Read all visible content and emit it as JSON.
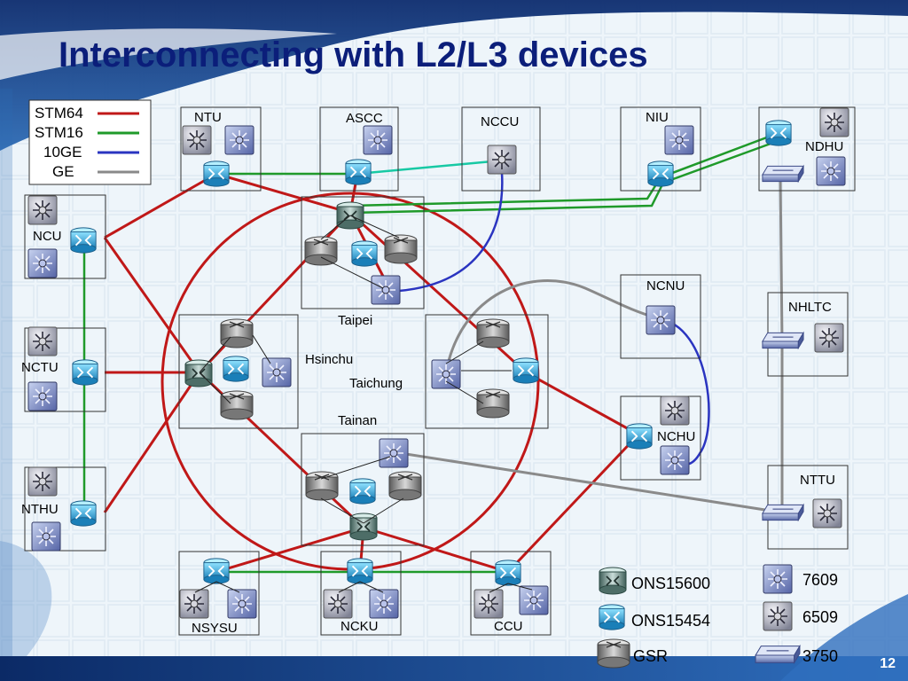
{
  "slide": {
    "title": "Interconnecting with L2/L3 devices",
    "page_number": "12",
    "colors": {
      "stm64": "#c01818",
      "stm16": "#1f9a2a",
      "tengige": "#2a34c0",
      "ge": "#8a8a8a",
      "title": "#0b1e7a",
      "aux_link": "#17c9a4"
    }
  },
  "legend": {
    "links": [
      {
        "label": "STM64",
        "color_key": "stm64"
      },
      {
        "label": "STM16",
        "color_key": "stm16"
      },
      {
        "label": "10GE",
        "color_key": "tengige"
      },
      {
        "label": "GE",
        "color_key": "ge"
      }
    ],
    "devices": [
      {
        "label": "ONS15600",
        "icon": "ons15600-icon"
      },
      {
        "label": "ONS15454",
        "icon": "ons15454-icon"
      },
      {
        "label": "GSR",
        "icon": "gsr-router-icon"
      },
      {
        "label": "7609",
        "icon": "router-7609-icon"
      },
      {
        "label": "6509",
        "icon": "switch-6509-icon"
      },
      {
        "label": "3750",
        "icon": "switch-3750-icon"
      }
    ]
  },
  "sites": {
    "ntu": "NTU",
    "ascc": "ASCC",
    "nccu": "NCCU",
    "niu": "NIU",
    "ndhu": "NDHU",
    "ncu": "NCU",
    "nctu": "NCTU",
    "nthu": "NTHU",
    "ncnu": "NCNU",
    "nhltc": "NHLTC",
    "nchu": "NCHU",
    "nttu": "NTTU",
    "nsysu": "NSYSU",
    "ncku": "NCKU",
    "ccu": "CCU",
    "taipei": "Taipei",
    "hsinchu": "Hsinchu",
    "taichung": "Taichung",
    "tainan": "Tainan"
  }
}
